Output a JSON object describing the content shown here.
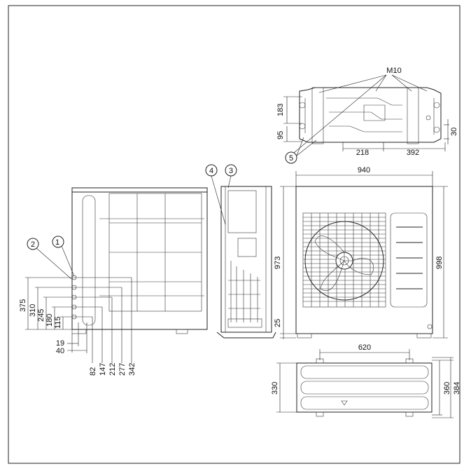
{
  "callouts": {
    "c1": "1",
    "c2": "2",
    "c3": "3",
    "c4": "4",
    "c5": "5",
    "bolt": "M10"
  },
  "top_view": {
    "d183": "183",
    "d95": "95",
    "d218": "218",
    "d392": "392",
    "d30": "30"
  },
  "front_view": {
    "d940": "940",
    "d973": "973",
    "d998": "998",
    "d25": "25"
  },
  "bottom_view": {
    "d620": "620",
    "d330": "330",
    "d360": "360",
    "d384": "384"
  },
  "side_view": {
    "v375": "375",
    "v310": "310",
    "v245": "245",
    "v180": "180",
    "v115": "115",
    "h19": "19",
    "h40": "40",
    "h82": "82",
    "h147": "147",
    "h212": "212",
    "h277": "277",
    "h342": "342"
  }
}
